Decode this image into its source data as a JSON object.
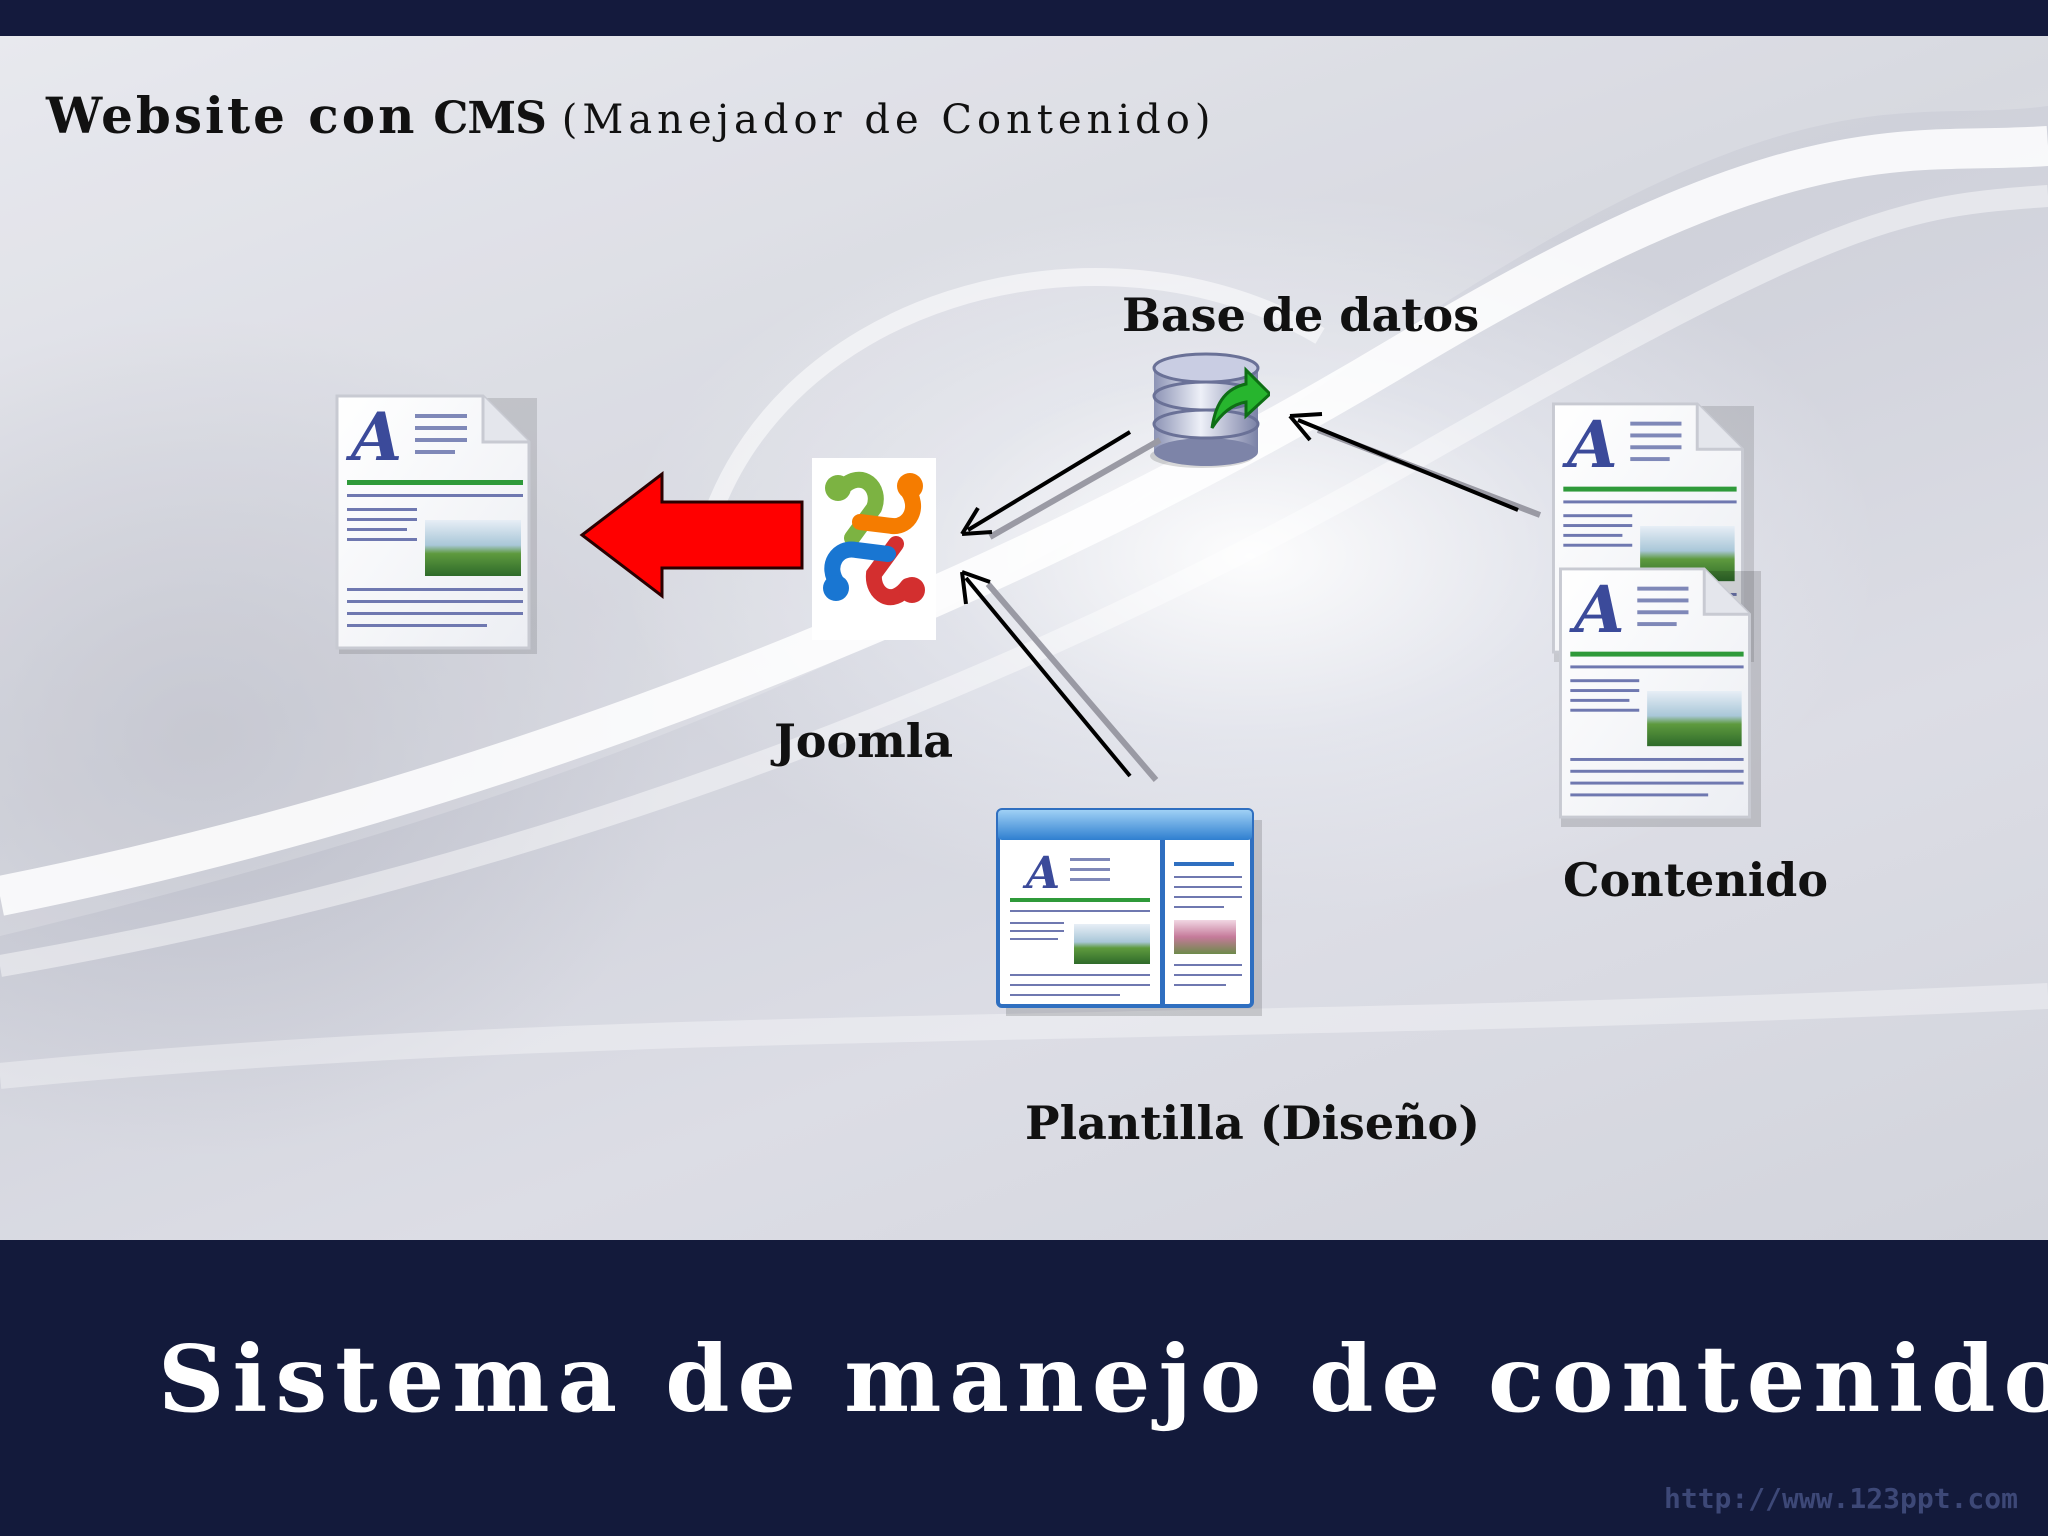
{
  "slide": {
    "subtitle": {
      "part1": "Website con",
      "part2": "CMS",
      "part3": "(Manejador de Contenido)"
    },
    "title": "Sistema de manejo de contenido",
    "watermark": "http://www.123ppt.com"
  },
  "diagram": {
    "nodes": {
      "database": {
        "label": "Base de datos",
        "icon": "database-icon"
      },
      "joomla": {
        "label": "Joomla",
        "icon": "joomla-logo"
      },
      "content": {
        "label": "Contenido",
        "icon": "document-icon"
      },
      "template": {
        "label": "Plantilla (Diseño)",
        "icon": "template-icon"
      },
      "website": {
        "label": "",
        "icon": "document-icon"
      }
    },
    "edges": [
      {
        "from": "content",
        "to": "database",
        "style": "black-arrow"
      },
      {
        "from": "database",
        "to": "joomla",
        "style": "black-arrow"
      },
      {
        "from": "template",
        "to": "joomla",
        "style": "black-arrow"
      },
      {
        "from": "joomla",
        "to": "website",
        "style": "red-block-arrow"
      }
    ],
    "colors": {
      "background_band": "#141a3d",
      "red_arrow": "#ff0000",
      "text": "#111111",
      "title_text": "#ffffff"
    }
  }
}
